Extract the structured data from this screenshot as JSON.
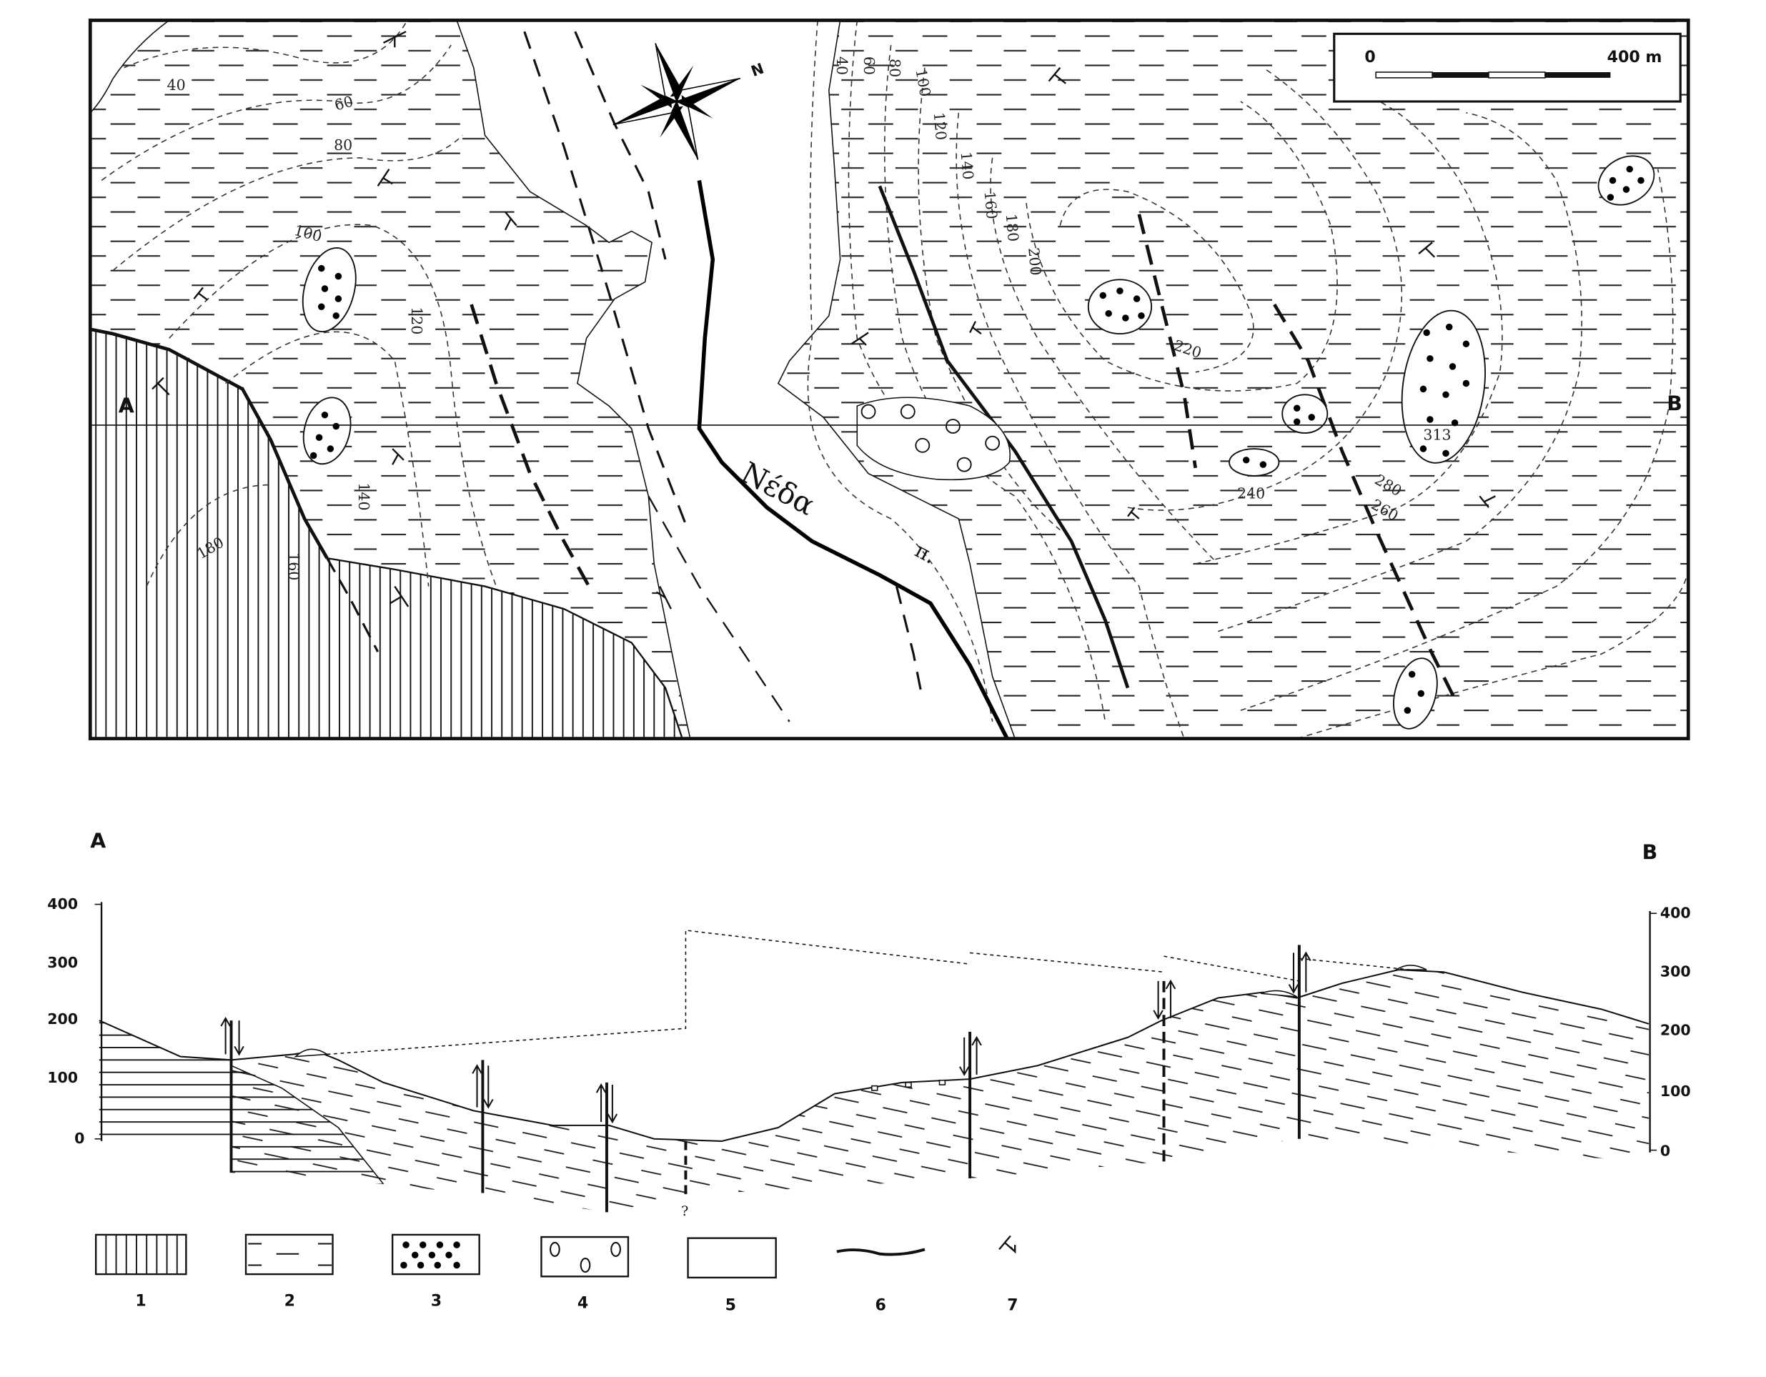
{
  "map": {
    "scale_bar": {
      "start": "0",
      "end": "400 m"
    },
    "north_label": "N",
    "river_label": "Νέδα",
    "river_abbrev": "π.",
    "section_start": "A",
    "section_end": "B",
    "contours_west": [
      "40",
      "60",
      "80",
      "100",
      "120",
      "140",
      "160",
      "180"
    ],
    "contours_east": [
      "40",
      "60",
      "80",
      "100",
      "120",
      "140",
      "160",
      "180",
      "200",
      "220",
      "240",
      "260",
      "280"
    ],
    "summit_elevation": "313"
  },
  "section": {
    "start_label": "A",
    "end_label": "B",
    "left_axis": [
      "400",
      "300",
      "200",
      "100",
      "0"
    ],
    "right_axis": [
      "400",
      "300",
      "200",
      "100",
      "0"
    ],
    "unknown_fault_mark": "?"
  },
  "legend": {
    "items": [
      {
        "number": "1",
        "symbol": "vertical-hatch"
      },
      {
        "number": "2",
        "symbol": "dashed-fill"
      },
      {
        "number": "3",
        "symbol": "dense-dots"
      },
      {
        "number": "4",
        "symbol": "open-circles"
      },
      {
        "number": "5",
        "symbol": "blank"
      },
      {
        "number": "6",
        "symbol": "line"
      },
      {
        "number": "7",
        "symbol": "dip-strike"
      }
    ]
  },
  "colors": {
    "ink": "#111111",
    "paper": "#ffffff"
  }
}
